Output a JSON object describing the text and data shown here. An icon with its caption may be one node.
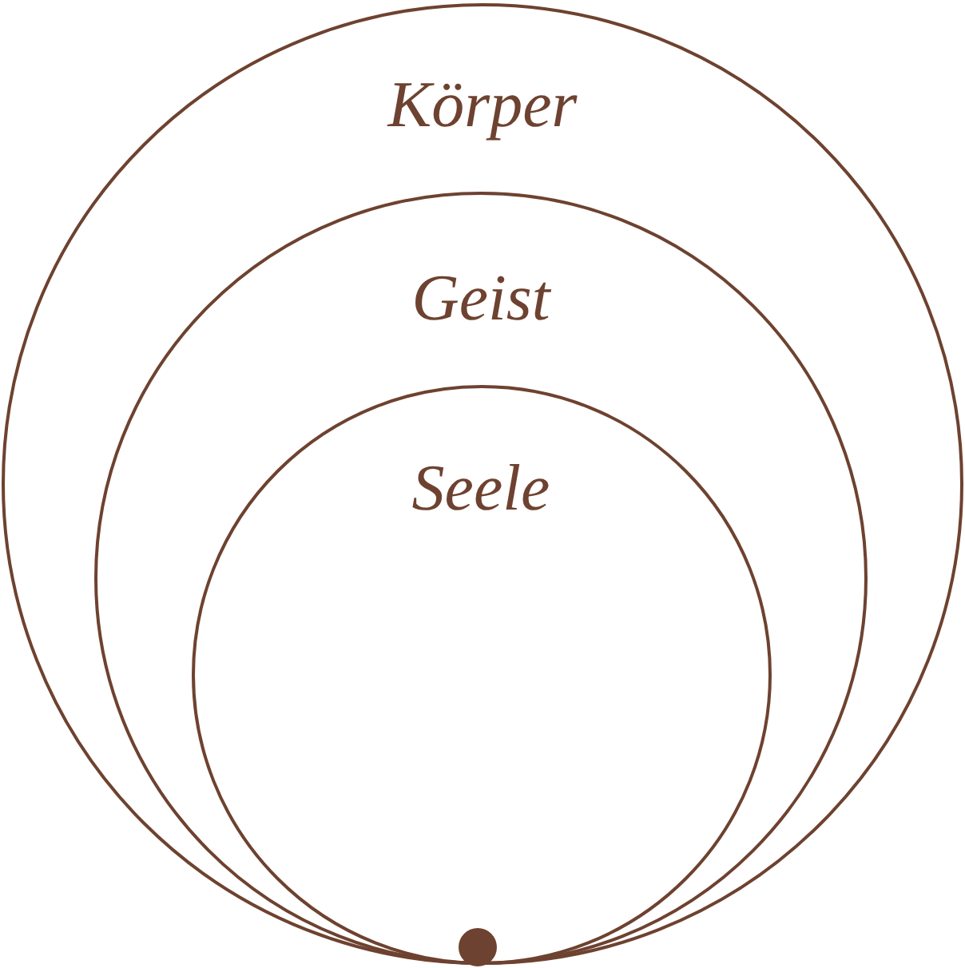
{
  "diagram": {
    "nodes": [
      {
        "text": [
          "Körper"
        ]
      },
      {
        "text": [
          "Geist"
        ],
        "in": 0
      },
      {
        "text": [
          "Seele"
        ],
        "in": 1
      },
      {
        "text": [],
        "shape": "dot",
        "in": 2
      }
    ]
  }
}
